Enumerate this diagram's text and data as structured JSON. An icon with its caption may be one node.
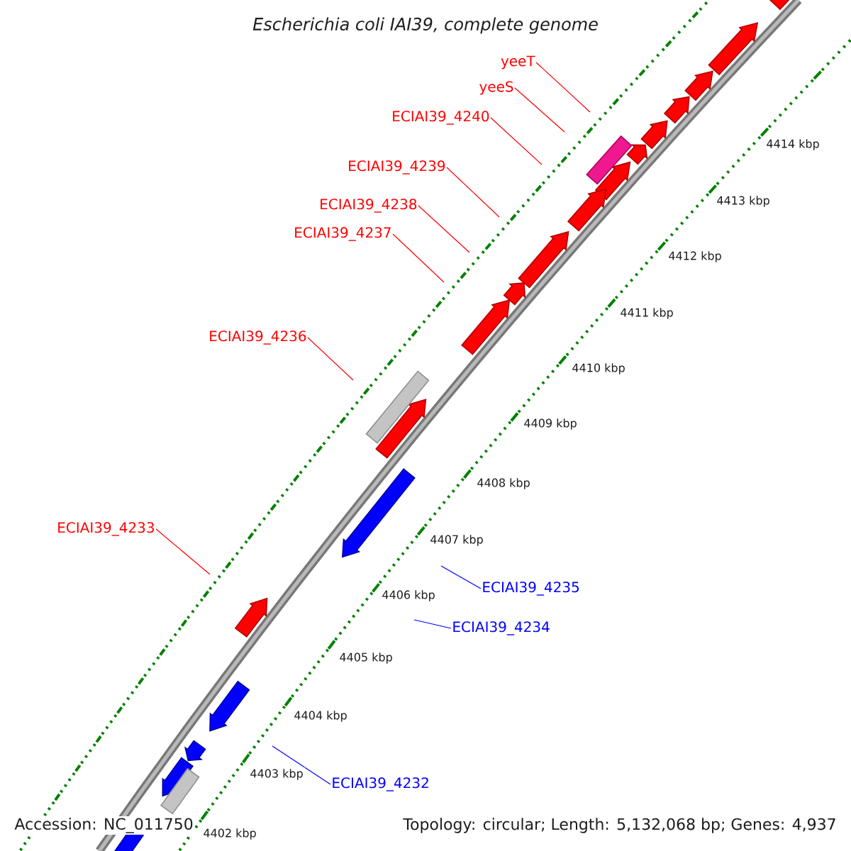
{
  "diagram": {
    "title": "Escherichia coli IAI39, complete genome",
    "nodes": [
      {
        "text": [
          "yeeT"
        ]
      },
      {
        "text": [
          "yeeS"
        ]
      },
      {
        "text": [
          "ECIAI39_4240"
        ]
      },
      {
        "text": [
          "ECIAI39_4239"
        ]
      },
      {
        "text": [
          "ECIAI39_4238"
        ]
      },
      {
        "text": [
          "ECIAI39_4237"
        ]
      },
      {
        "text": [
          "ECIAI39_4236"
        ]
      },
      {
        "text": [
          "ECIAI39_4233"
        ]
      },
      {
        "text": [
          "ECIAI39_4235"
        ]
      },
      {
        "text": [
          "ECIAI39_4234"
        ]
      },
      {
        "text": [
          "ECIAI39_4232"
        ]
      }
    ],
    "edges": [
      {
        "from": 0,
        "to": null,
        "arrow": "none"
      },
      {
        "from": 1,
        "to": null,
        "arrow": "none"
      },
      {
        "from": 2,
        "to": null,
        "arrow": "none"
      },
      {
        "from": 3,
        "to": null,
        "arrow": "none"
      },
      {
        "from": 4,
        "to": null,
        "arrow": "none"
      },
      {
        "from": 5,
        "to": null,
        "arrow": "none"
      },
      {
        "from": 6,
        "to": null,
        "arrow": "none"
      },
      {
        "from": 7,
        "to": null,
        "arrow": "none"
      },
      {
        "from": 8,
        "to": null,
        "arrow": "none",
        "color": "#0000ff"
      },
      {
        "from": 9,
        "to": null,
        "arrow": "none",
        "color": "#0000ff"
      },
      {
        "from": 10,
        "to": null,
        "arrow": "none",
        "color": "#0000ff"
      }
    ],
    "labels": [
      "4414 kbp",
      "4413 kbp",
      "4412 kbp",
      "4411 kbp",
      "4410 kbp",
      "4409 kbp",
      "4408 kbp",
      "4407 kbp",
      "4406 kbp",
      "4405 kbp",
      "4404 kbp",
      "4403 kbp",
      "4402 kbp",
      "Accession: NC_011750",
      "Topology: circular; Length: 5,132,068 bp; Genes: 4,937"
    ]
  }
}
